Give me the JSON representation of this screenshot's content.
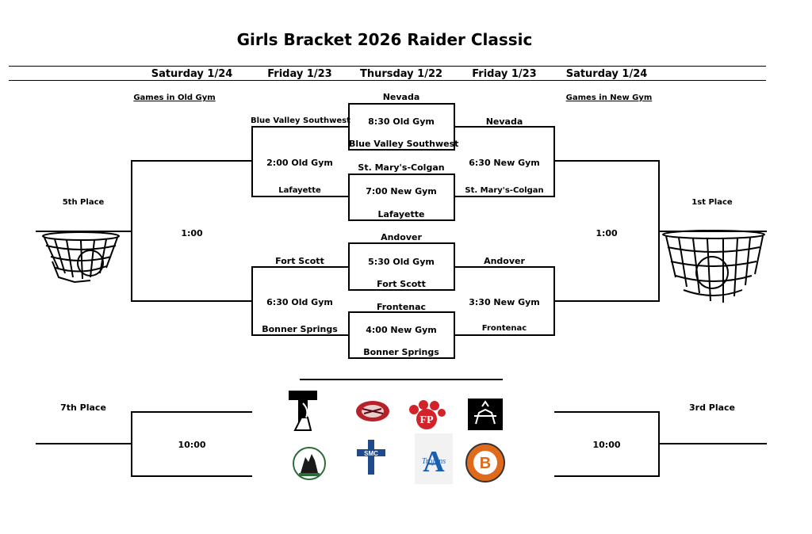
{
  "title": "Girls Bracket 2026 Raider Classic",
  "days": {
    "left_outer": "Saturday 1/24",
    "left_inner": "Friday 1/23",
    "center": "Thursday 1/22",
    "right_inner": "Friday 1/23",
    "right_outer": "Saturday 1/24"
  },
  "gym_notes": {
    "left": "Games in Old Gym",
    "right": "Games in New Gym"
  },
  "first_round": [
    {
      "top_team": "Nevada",
      "time": "8:30 Old Gym",
      "bottom_team": "Blue Valley Southwest"
    },
    {
      "top_team": "St. Mary's-Colgan",
      "time": "7:00 New Gym",
      "bottom_team": "Lafayette"
    },
    {
      "top_team": "Andover",
      "time": "5:30 Old Gym",
      "bottom_team": "Fort Scott"
    },
    {
      "top_team": "Frontenac",
      "time": "4:00 New Gym",
      "bottom_team": "Bonner Springs"
    }
  ],
  "consolation": {
    "upper": {
      "top_team": "Blue Valley Southwest",
      "time": "2:00 Old Gym",
      "bottom_team": "Lafayette"
    },
    "lower": {
      "top_team": "Fort Scott",
      "time": "6:30 Old Gym",
      "bottom_team": "Bonner Springs"
    }
  },
  "winners": {
    "upper": {
      "top_team": "Nevada",
      "time": "6:30 New Gym",
      "bottom_team": "St. Mary's-Colgan"
    },
    "lower": {
      "top_team": "Andover",
      "time": "3:30 New Gym",
      "bottom_team": "Frontenac"
    }
  },
  "placement": {
    "fifth_label": "5th Place",
    "fifth_time": "1:00",
    "first_label": "1st Place",
    "first_time": "1:00",
    "seventh_label": "7th Place",
    "seventh_time": "10:00",
    "third_label": "3rd Place",
    "third_time": "10:00"
  },
  "logos": {
    "row1": [
      "fort-scott-tiger-logo",
      "tiger-head-logo",
      "frontenac-paw-logo",
      "knight-horse-logo"
    ],
    "row2": [
      "bonner-springs-wolf-logo",
      "smc-cross-logo",
      "andover-trojans-logo",
      "blue-valley-b-logo"
    ],
    "text_in_logos": [
      "T",
      "SMC",
      "A",
      "Trojans",
      "B"
    ]
  },
  "colors": {
    "line": "#000000",
    "tiger_red": "#b8202a",
    "smc_blue": "#1f4a8c",
    "andover_blue": "#1b5fb0",
    "orange": "#e06a1b",
    "wolf_green": "#2e6b3a"
  }
}
